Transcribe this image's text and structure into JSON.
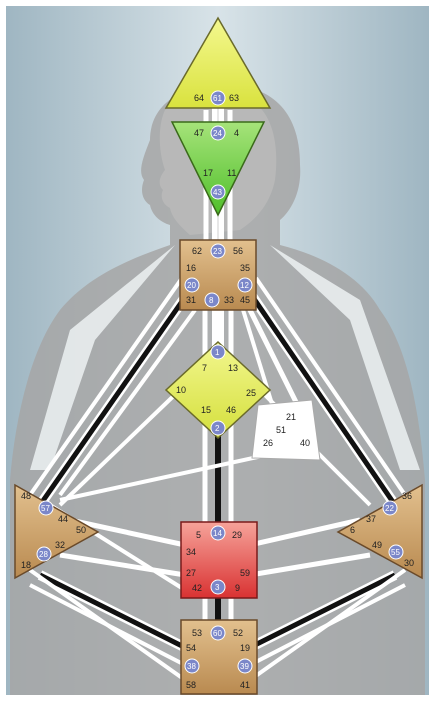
{
  "colors": {
    "background_outer": "#b9cdd6",
    "silhouette": "#9b9b9b",
    "head_center": "#eef36b",
    "ajna_center": "#7fd34a",
    "throat_center": "#c9a06a",
    "g_center": "#e9f06a",
    "sacral_center": "#e34a4a",
    "root_center": "#c9a06a",
    "spleen_center": "#c9a06a",
    "solar_plexus_center": "#c9a06a",
    "ego_center": "#ffffff",
    "defined_channel": "#111111",
    "open_channel": "#ffffff",
    "gate_circle": "#7b87c9"
  },
  "centers": {
    "head": {
      "gates": [
        "64",
        "61",
        "63"
      ]
    },
    "ajna": {
      "gates": [
        "47",
        "24",
        "4",
        "17",
        "11",
        "43"
      ]
    },
    "throat": {
      "gates": [
        "62",
        "23",
        "56",
        "16",
        "35",
        "20",
        "12",
        "31",
        "8",
        "33",
        "45"
      ]
    },
    "g": {
      "gates": [
        "1",
        "7",
        "13",
        "10",
        "25",
        "15",
        "46",
        "2"
      ]
    },
    "ego": {
      "gates": [
        "21",
        "51",
        "26",
        "40"
      ]
    },
    "spleen": {
      "gates": [
        "48",
        "57",
        "44",
        "50",
        "28",
        "32",
        "18"
      ]
    },
    "solar_plexus": {
      "gates": [
        "36",
        "22",
        "37",
        "6",
        "49",
        "55",
        "30"
      ]
    },
    "sacral": {
      "gates": [
        "5",
        "14",
        "29",
        "34",
        "27",
        "59",
        "42",
        "3",
        "9"
      ]
    },
    "root": {
      "gates": [
        "53",
        "60",
        "52",
        "54",
        "19",
        "38",
        "39",
        "58",
        "41"
      ]
    }
  }
}
